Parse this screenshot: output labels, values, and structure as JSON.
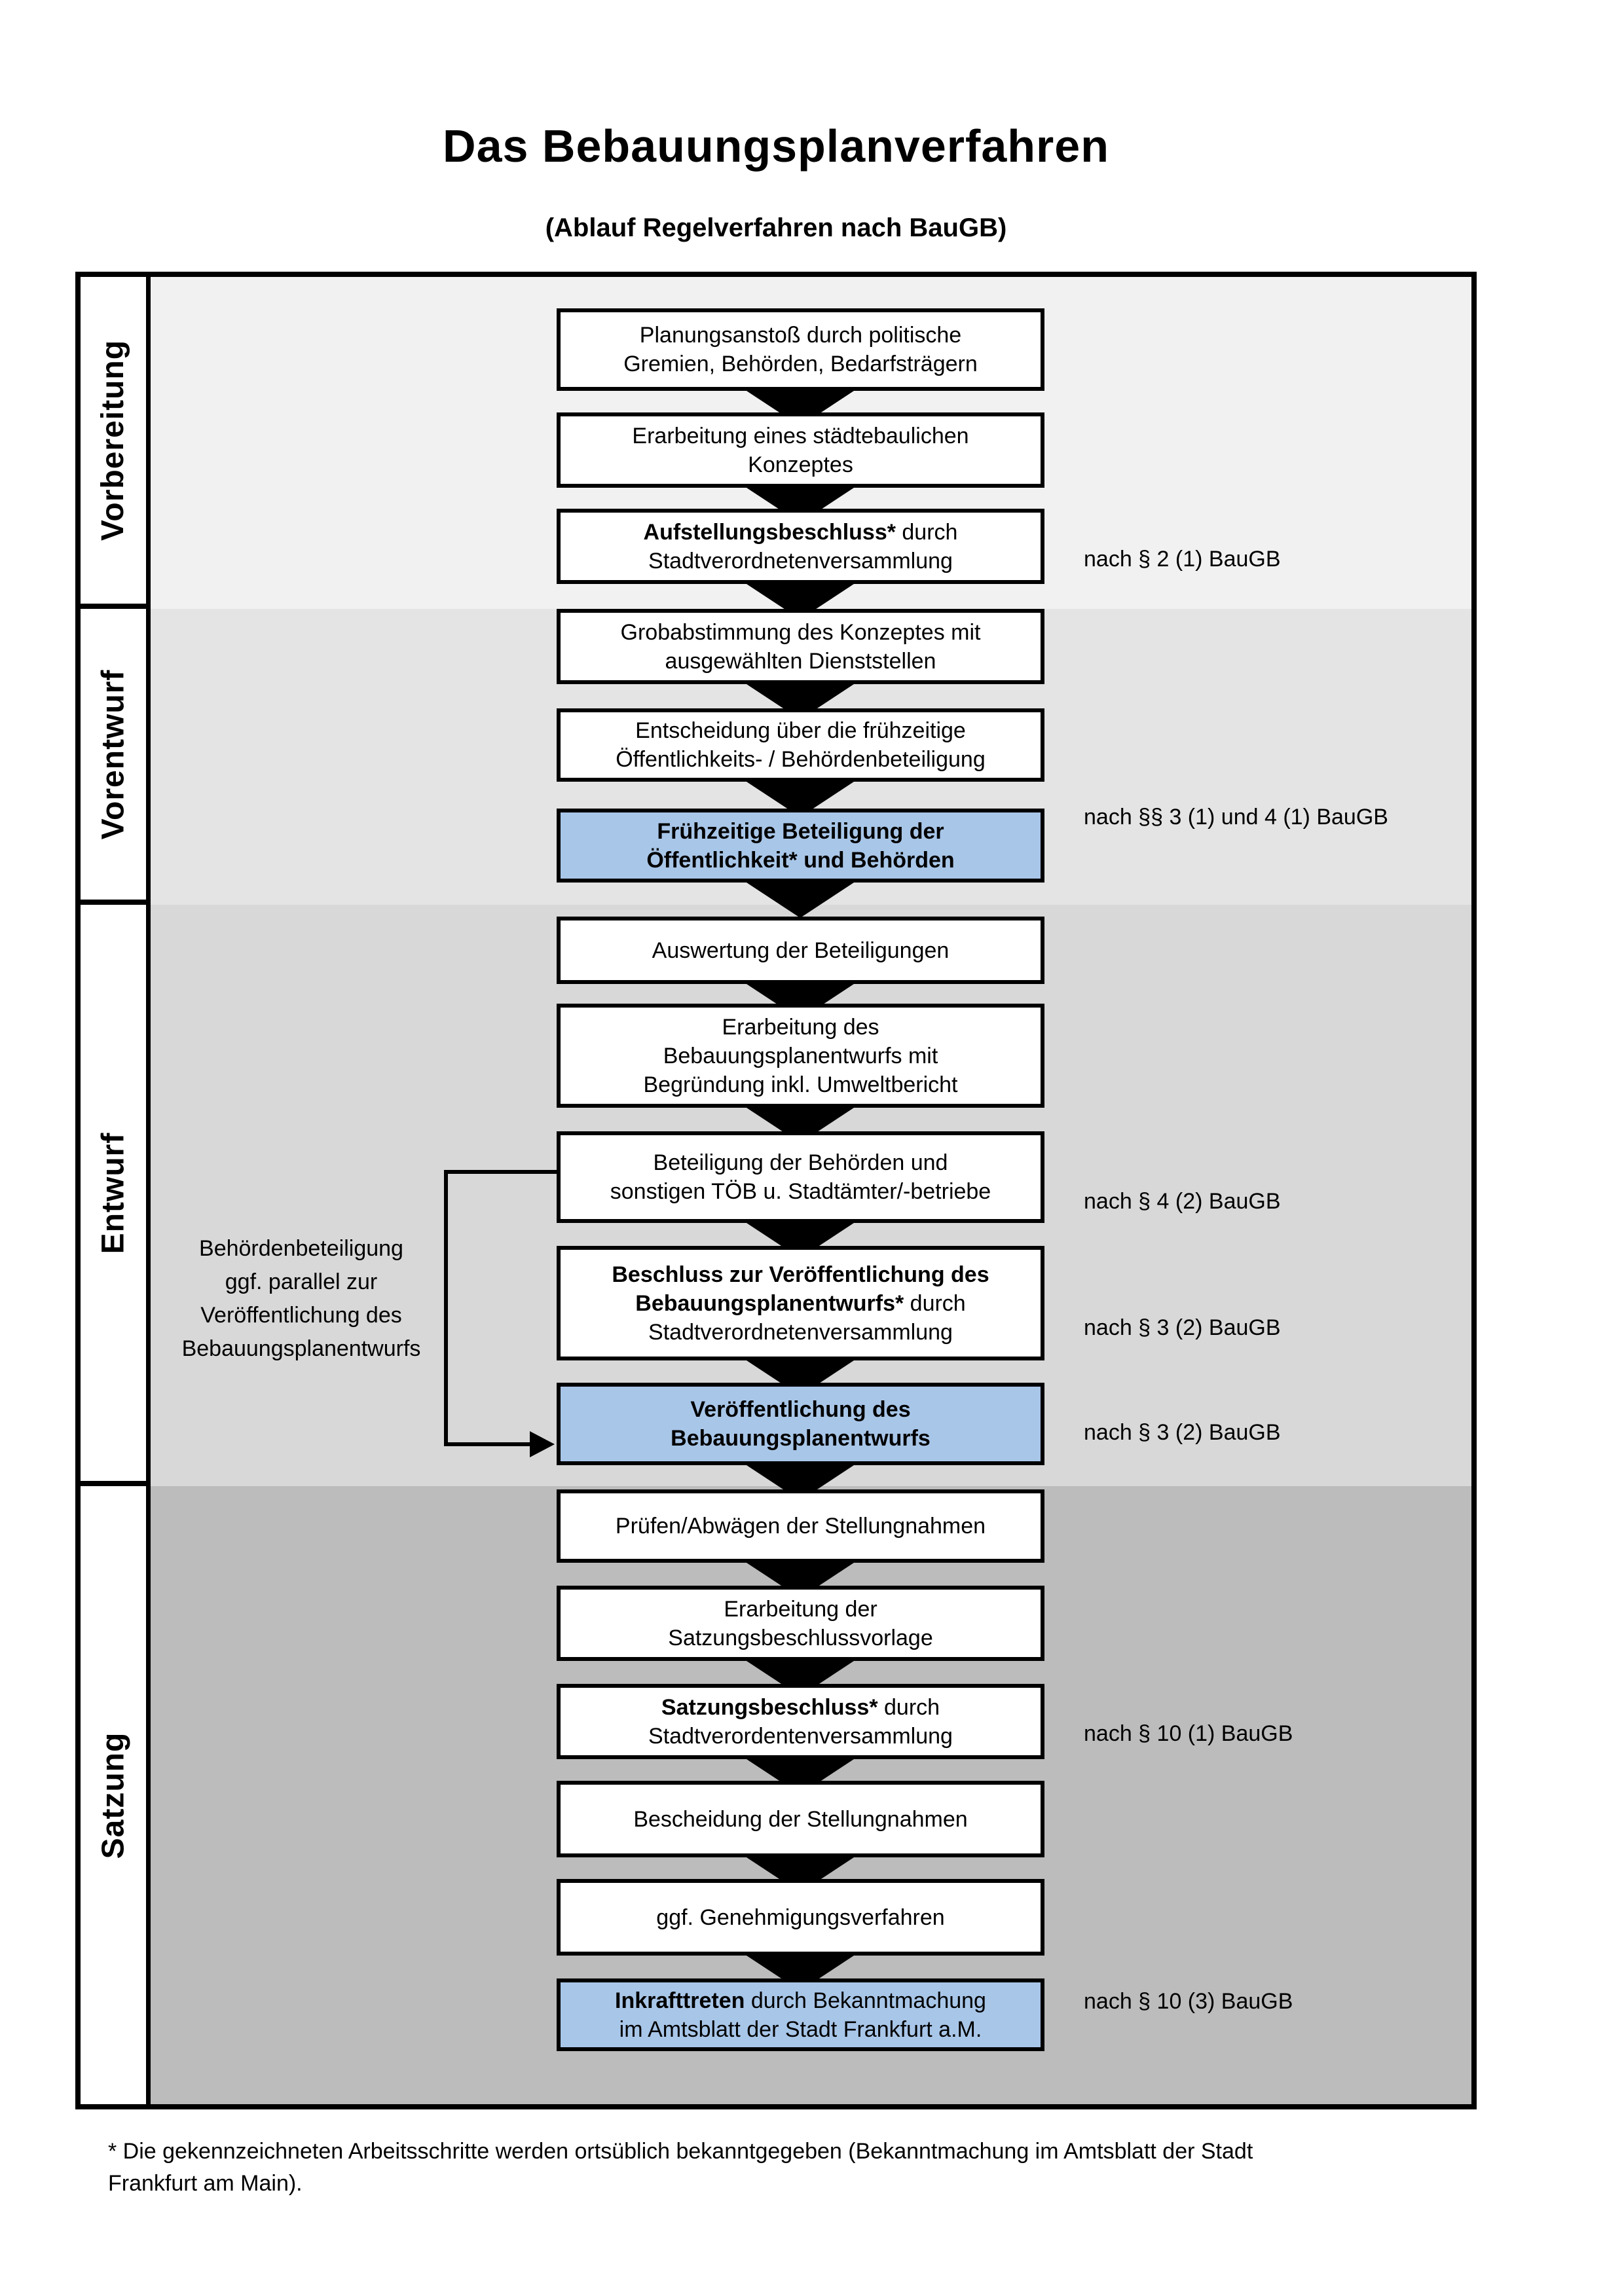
{
  "title": "Das Bebauungsplanverfahren",
  "subtitle": "(Ablauf Regelverfahren nach BauGB)",
  "colors": {
    "phase_backgrounds": [
      "#f1f1f1",
      "#e4e4e4",
      "#d8d8d8",
      "#bcbcbc"
    ],
    "highlight_box": "#a8c6e8",
    "box_background": "#ffffff",
    "line_color": "#000000"
  },
  "phases": [
    {
      "label": "Vorbereitung",
      "steps": [
        {
          "lines": [
            "Planungsanstoß durch politische",
            "Gremien, Behörden, Bedarfsträgern"
          ],
          "highlighted": false,
          "reference": null
        },
        {
          "lines": [
            "Erarbeitung eines städtebaulichen",
            "Konzeptes"
          ],
          "highlighted": false,
          "reference": null
        },
        {
          "lines": [
            [
              {
                "t": "Aufstellungsbeschluss*",
                "b": true
              },
              {
                "t": " durch",
                "b": false
              }
            ],
            "Stadtverordnetenversammlung"
          ],
          "highlighted": false,
          "reference": "nach § 2 (1) BauGB"
        }
      ]
    },
    {
      "label": "Vorentwurf",
      "steps": [
        {
          "lines": [
            "Grobabstimmung des Konzeptes mit",
            "ausgewählten Dienststellen"
          ],
          "highlighted": false,
          "reference": null
        },
        {
          "lines": [
            "Entscheidung über die frühzeitige",
            "Öffentlichkeits- / Behördenbeteiligung"
          ],
          "highlighted": false,
          "reference": null
        },
        {
          "lines": [
            [
              {
                "t": "Frühzeitige Beteiligung der",
                "b": true
              }
            ],
            [
              {
                "t": "Öffentlichkeit* und Behörden",
                "b": true
              }
            ]
          ],
          "highlighted": true,
          "reference": "nach §§ 3 (1) und 4 (1) BauGB"
        }
      ]
    },
    {
      "label": "Entwurf",
      "steps": [
        {
          "lines": [
            "Auswertung der Beteiligungen"
          ],
          "highlighted": false,
          "reference": null
        },
        {
          "lines": [
            "Erarbeitung des",
            "Bebauungsplanentwurfs mit",
            "Begründung inkl. Umweltbericht"
          ],
          "highlighted": false,
          "reference": null
        },
        {
          "lines": [
            "Beteiligung der Behörden und",
            "sonstigen TÖB u. Stadtämter/-betriebe"
          ],
          "highlighted": false,
          "reference": "nach § 4 (2) BauGB"
        },
        {
          "lines": [
            [
              {
                "t": "Beschluss zur Veröffentlichung des",
                "b": true
              }
            ],
            [
              {
                "t": "Bebauungsplanentwurfs*",
                "b": true
              },
              {
                "t": " durch",
                "b": false
              }
            ],
            "Stadtverordnetenversammlung"
          ],
          "highlighted": false,
          "reference": "nach § 3 (2) BauGB"
        },
        {
          "lines": [
            [
              {
                "t": "Veröffentlichung des",
                "b": true
              }
            ],
            [
              {
                "t": "Bebauungsplanentwurfs",
                "b": true
              }
            ]
          ],
          "highlighted": true,
          "reference": "nach § 3 (2) BauGB"
        }
      ]
    },
    {
      "label": "Satzung",
      "steps": [
        {
          "lines": [
            "Prüfen/Abwägen der Stellungnahmen"
          ],
          "highlighted": false,
          "reference": null
        },
        {
          "lines": [
            "Erarbeitung der",
            "Satzungsbeschlussvorlage"
          ],
          "highlighted": false,
          "reference": null
        },
        {
          "lines": [
            [
              {
                "t": "Satzungsbeschluss*",
                "b": true
              },
              {
                "t": " durch",
                "b": false
              }
            ],
            "Stadtverordentenversammlung"
          ],
          "highlighted": false,
          "reference": "nach § 10 (1) BauGB"
        },
        {
          "lines": [
            "Bescheidung der Stellungnahmen"
          ],
          "highlighted": false,
          "reference": null
        },
        {
          "lines": [
            "ggf. Genehmigungsverfahren"
          ],
          "highlighted": false,
          "reference": null
        },
        {
          "lines": [
            [
              {
                "t": "Inkrafttreten",
                "b": true
              },
              {
                "t": " durch Bekanntmachung",
                "b": false
              }
            ],
            "im Amtsblatt der Stadt Frankfurt a.M."
          ],
          "highlighted": true,
          "reference": "nach § 10 (3) BauGB"
        }
      ]
    }
  ],
  "annotation": {
    "lines": [
      "Behördenbeteiligung",
      "ggf. parallel zur",
      "Veröffentlichung des",
      "Bebauungsplanentwurfs"
    ]
  },
  "footnote_lines": [
    "* Die gekennzeichneten Arbeitsschritte werden ortsüblich bekanntgegeben (Bekanntmachung im Amtsblatt  der Stadt",
    "Frankfurt am Main)."
  ]
}
